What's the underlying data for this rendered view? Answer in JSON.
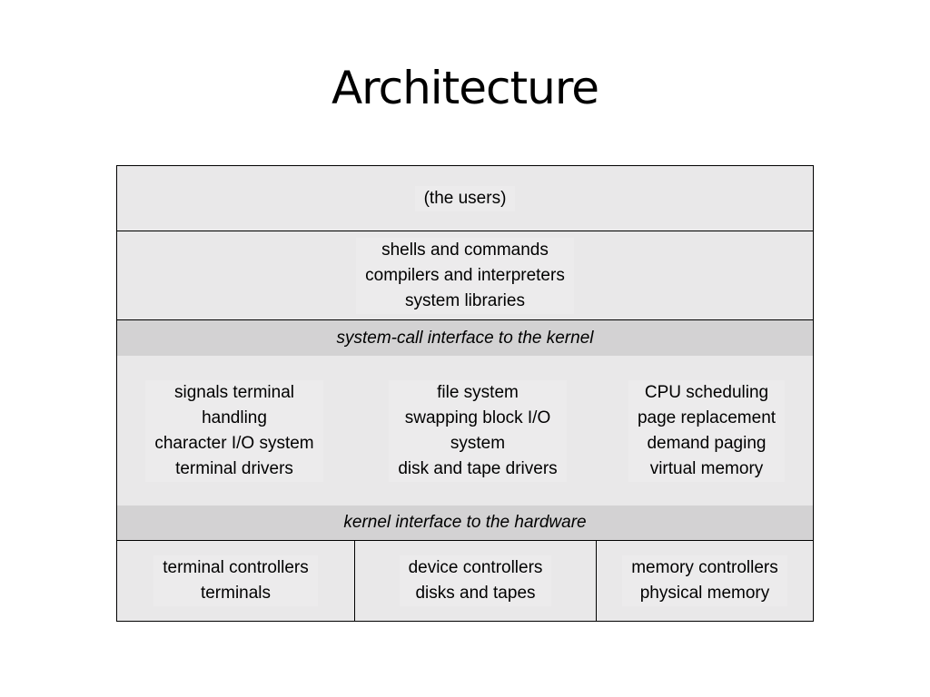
{
  "title": "Architecture",
  "diagram": {
    "users": "(the users)",
    "programs": "shells and commands\ncompilers and interpreters\nsystem libraries",
    "syscall_interface": "system-call interface to the kernel",
    "kernel": {
      "col1": "signals terminal\nhandling\ncharacter I/O system\nterminal drivers",
      "col2": "file system\nswapping block I/O\nsystem\ndisk and tape drivers",
      "col3": "CPU scheduling\npage replacement\ndemand paging\nvirtual memory"
    },
    "hardware_interface": "kernel interface to the hardware",
    "hardware": {
      "col1": "terminal controllers\nterminals",
      "col2": "device controllers\ndisks and tapes",
      "col3": "memory controllers\nphysical memory"
    }
  }
}
